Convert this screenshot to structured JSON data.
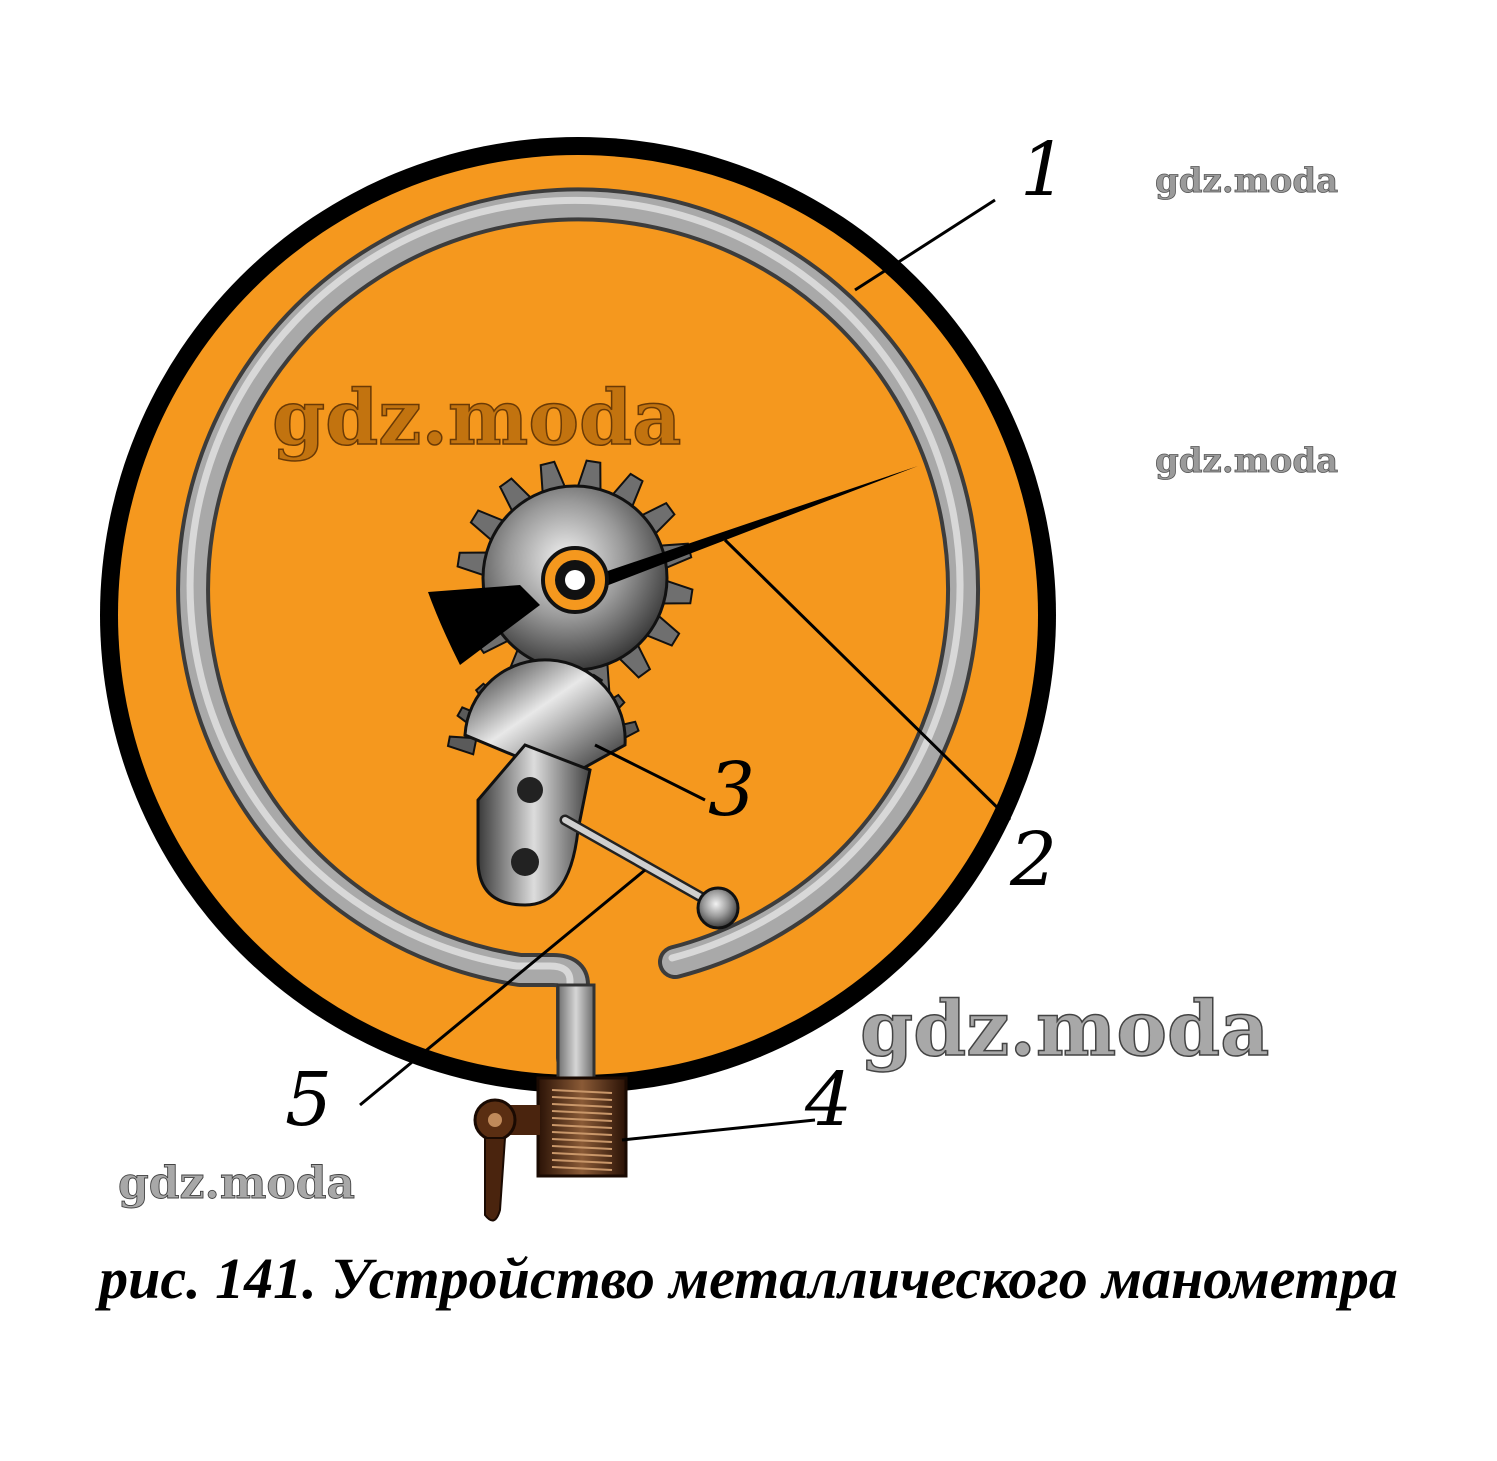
{
  "labels": {
    "l1": "1",
    "l2": "2",
    "l3": "3",
    "l4": "4",
    "l5": "5"
  },
  "watermarks": [
    "gdz.moda",
    "gdz.moda",
    "gdz.moda",
    "gdz.moda",
    "gdz.moda"
  ],
  "caption": "рис. 141. Устройство металлического манометра",
  "colors": {
    "dial": "#F5981E",
    "rim": "#000000",
    "tube": "#A8A8A8",
    "gear": "#7A7A7A",
    "valve": "#5A2E12"
  }
}
